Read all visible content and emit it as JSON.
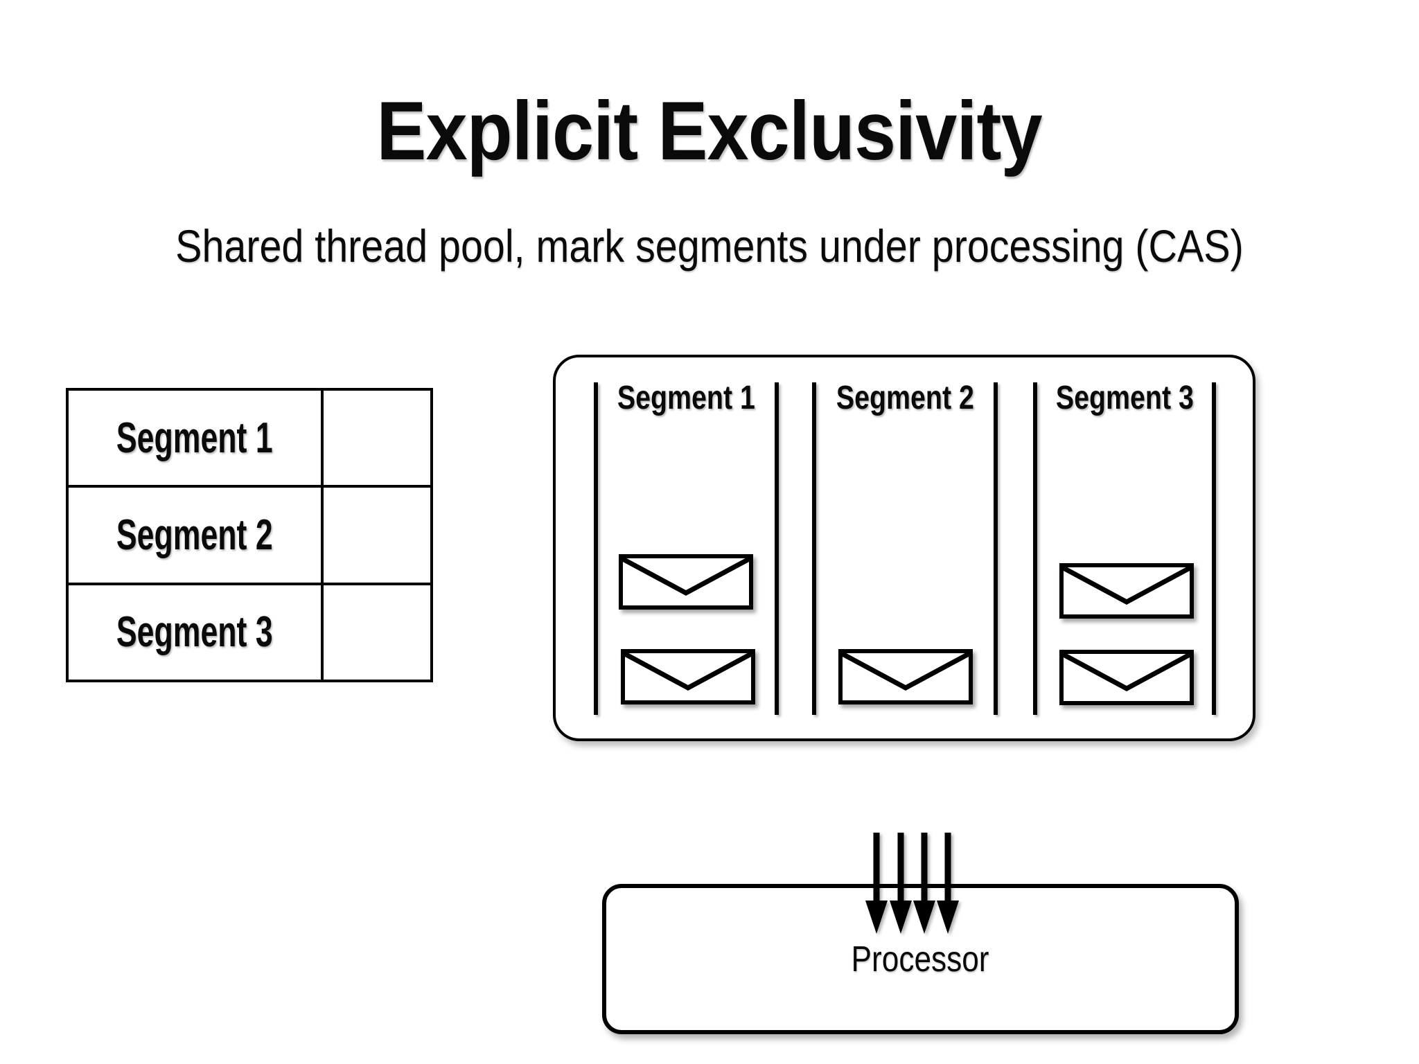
{
  "slide": {
    "title": "Explicit Exclusivity",
    "subtitle": "Shared thread pool, mark segments under processing (CAS)"
  },
  "segment_table": {
    "rows": [
      {
        "label": "Segment 1",
        "flag": ""
      },
      {
        "label": "Segment 2",
        "flag": ""
      },
      {
        "label": "Segment 3",
        "flag": ""
      }
    ]
  },
  "queue_panel": {
    "segments": [
      {
        "label": "Segment 1",
        "message_count": 2
      },
      {
        "label": "Segment 2",
        "message_count": 1
      },
      {
        "label": "Segment 3",
        "message_count": 2
      }
    ]
  },
  "thread_arrows": {
    "count": 4,
    "direction": "down"
  },
  "processor": {
    "label": "Processor"
  },
  "icons": {
    "message": "envelope-icon",
    "flow": "down-arrow-icon"
  },
  "colors": {
    "ink": "#000000",
    "background": "#ffffff"
  }
}
